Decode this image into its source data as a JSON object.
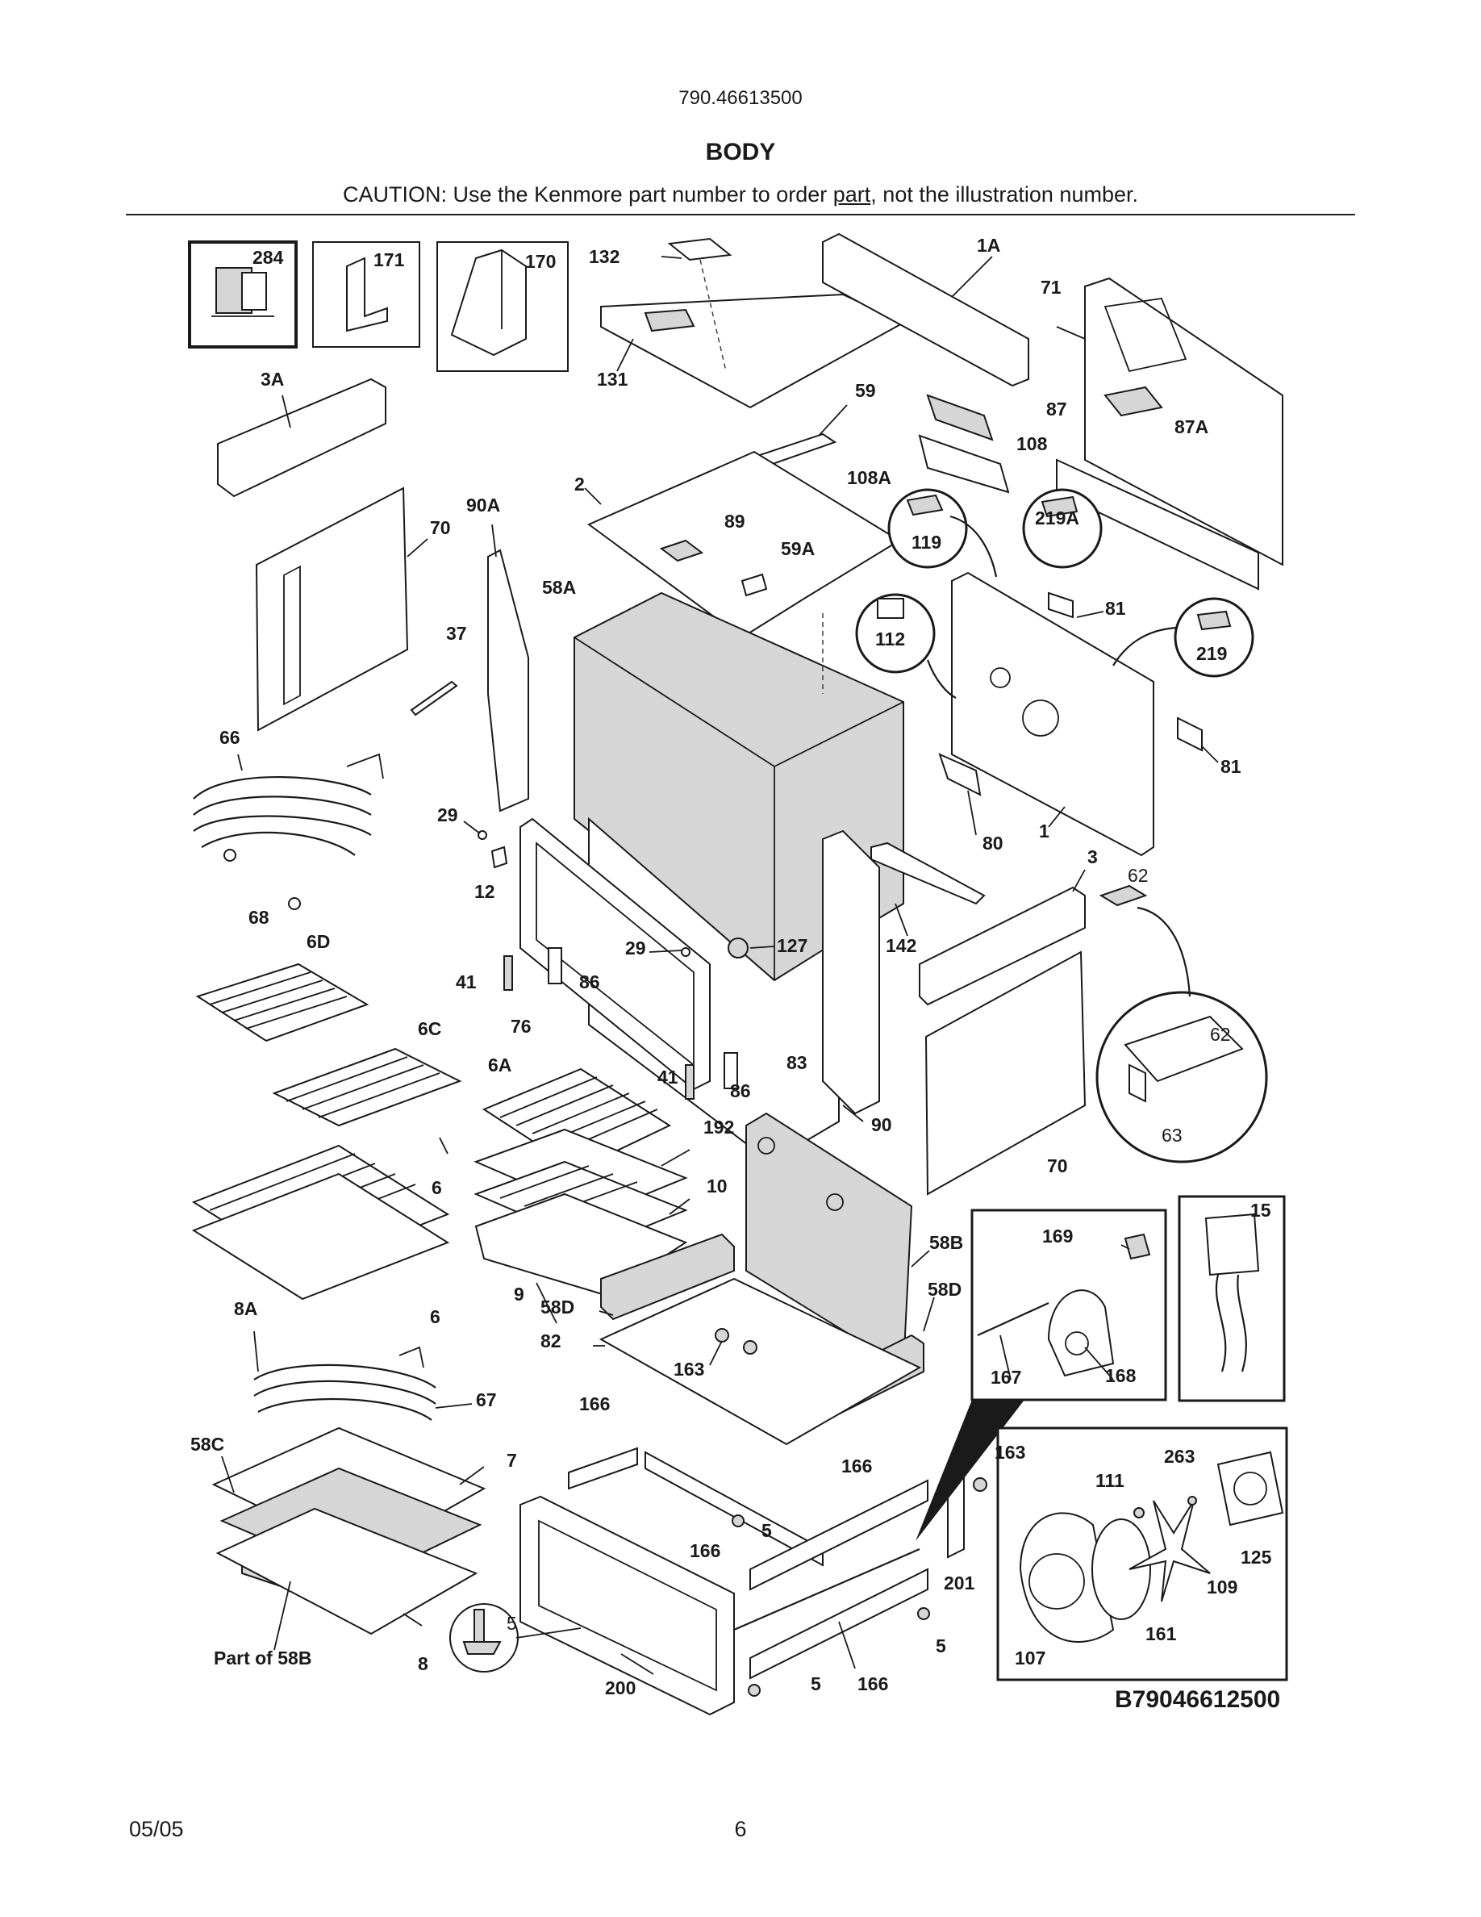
{
  "header": {
    "model_number": "790.46613500",
    "section_title": "BODY",
    "caution_prefix": "CAUTION: Use the Kenmore part number to order ",
    "caution_link": "part",
    "caution_suffix": ", not the illustration number."
  },
  "diagram": {
    "drawing_code": "B79046612500",
    "labels": {
      "p284": "284",
      "p171": "171",
      "p170": "170",
      "p132": "132",
      "p1A": "1A",
      "p71": "71",
      "p131": "131",
      "p3A": "3A",
      "p59": "59",
      "p87": "87",
      "p87A": "87A",
      "p108": "108",
      "p108A": "108A",
      "p2": "2",
      "p90A": "90A",
      "p70a": "70",
      "p89": "89",
      "p119": "119",
      "p219A": "219A",
      "p59A": "59A",
      "p81a": "81",
      "p58A": "58A",
      "p112": "112",
      "p219": "219",
      "p37": "37",
      "p66": "66",
      "p81b": "81",
      "p29a": "29",
      "p80": "80",
      "p1": "1",
      "p3": "3",
      "p62a": "62",
      "p12": "12",
      "p68": "68",
      "p6D": "6D",
      "p29b": "29",
      "p127": "127",
      "p142": "142",
      "p41a": "41",
      "p86a": "86",
      "p76": "76",
      "p6C": "6C",
      "p83": "83",
      "p62b": "62",
      "p6A": "6A",
      "p41b": "41",
      "p86b": "86",
      "p63": "63",
      "p192": "192",
      "p90": "90",
      "p70b": "70",
      "p6a": "6",
      "p10": "10",
      "p15": "15",
      "p169": "169",
      "p58B": "58B",
      "p9": "9",
      "p6b": "6",
      "p58Da": "58D",
      "p58Db": "58D",
      "p8A": "8A",
      "p82": "82",
      "p163a": "163",
      "p167": "167",
      "p168": "168",
      "p67": "67",
      "p166a": "166",
      "p58C": "58C",
      "p7": "7",
      "p166b": "166",
      "p163b": "163",
      "p263": "263",
      "p111": "111",
      "p5a": "5",
      "p166c": "166",
      "p201": "201",
      "p125": "125",
      "p109": "109",
      "p5b": "5",
      "p5c": "5",
      "p161": "161",
      "part_of_58B": "Part of 58B",
      "p8": "8",
      "p200": "200",
      "p166d": "166",
      "p5d": "5",
      "p107": "107"
    }
  },
  "footer": {
    "date": "05/05",
    "page_number": "6"
  }
}
